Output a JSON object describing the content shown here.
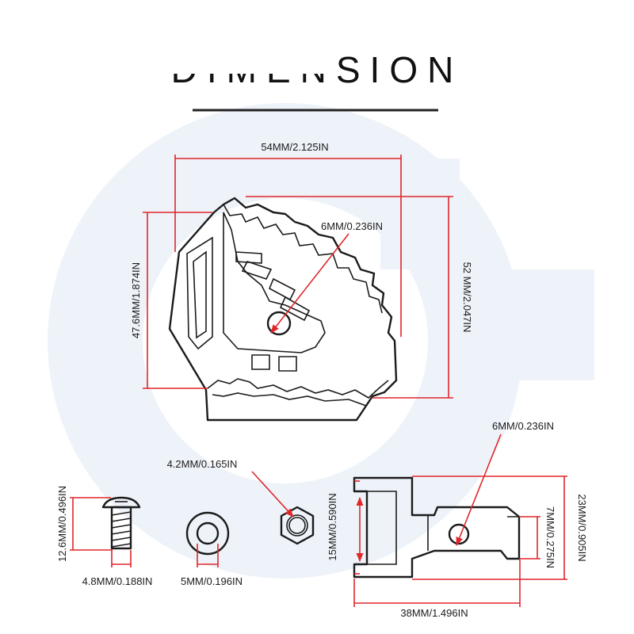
{
  "title": "DIMENSION",
  "colors": {
    "dimension_line": "#e0262b",
    "outline": "#1b1b1b",
    "watermark": "#eaf0f7"
  },
  "footpeg": {
    "width": "54MM/2.125IN",
    "height_left": "47.6MM/1.874IN",
    "height_right": "52 MM/2.047IN",
    "hole": "6MM/0.236IN"
  },
  "screw": {
    "length": "12.6MM/0.496IN",
    "diameter": "4.8MM/0.188IN"
  },
  "washer": {
    "diameter": "5MM/0.196IN"
  },
  "nut": {
    "size": "4.2MM/0.165IN"
  },
  "bracket": {
    "hole": "6MM/0.236IN",
    "height_left": "15MM/0.590IN",
    "tab_height": "7MM/0.275IN",
    "height_right": "23MM/0.905IN",
    "length": "38MM/1.496IN"
  }
}
